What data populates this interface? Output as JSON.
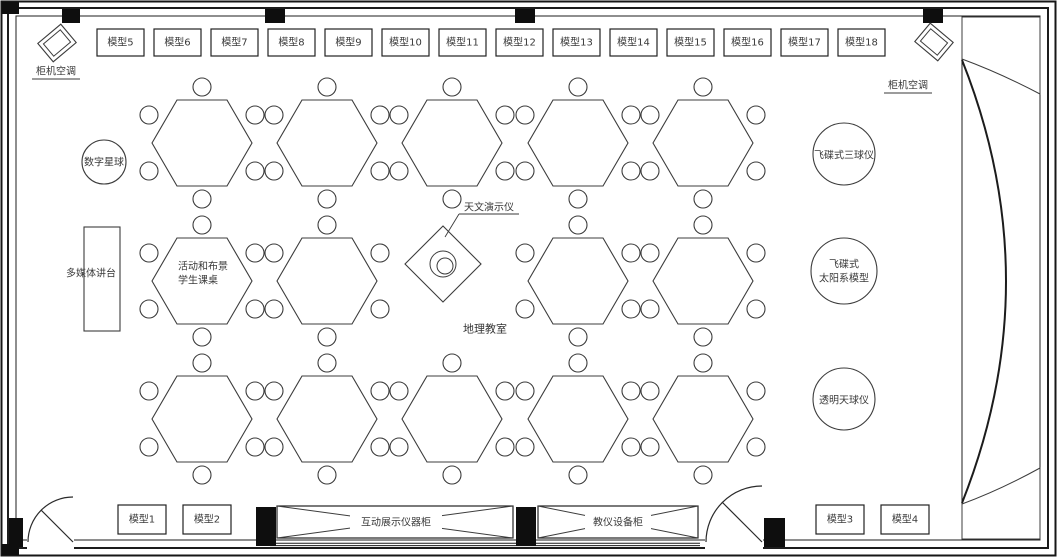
{
  "labels": {
    "ac_left": "柜机空调",
    "ac_right": "柜机空调",
    "digital_globe": "数字星球",
    "podium": "多媒体讲台",
    "desks_line1": "活动和布景",
    "desks_line2": "学生课桌",
    "astro_demo": "天文演示仪",
    "room_name": "地理教室",
    "three_ball": "飞碟式三球仪",
    "solar_line1": "飞碟式",
    "solar_line2": "太阳系模型",
    "celestial": "透明天球仪",
    "interactive_cabinet": "互动展示仪器柜",
    "equipment_cabinet": "教仪设备柜"
  },
  "models_top": [
    "模型5",
    "模型6",
    "模型7",
    "模型8",
    "模型9",
    "模型10",
    "模型11",
    "模型12",
    "模型13",
    "模型14",
    "模型15",
    "模型16",
    "模型17",
    "模型18"
  ],
  "models_bottom_left": [
    "模型1",
    "模型2"
  ],
  "models_bottom_right": [
    "模型3",
    "模型4"
  ]
}
